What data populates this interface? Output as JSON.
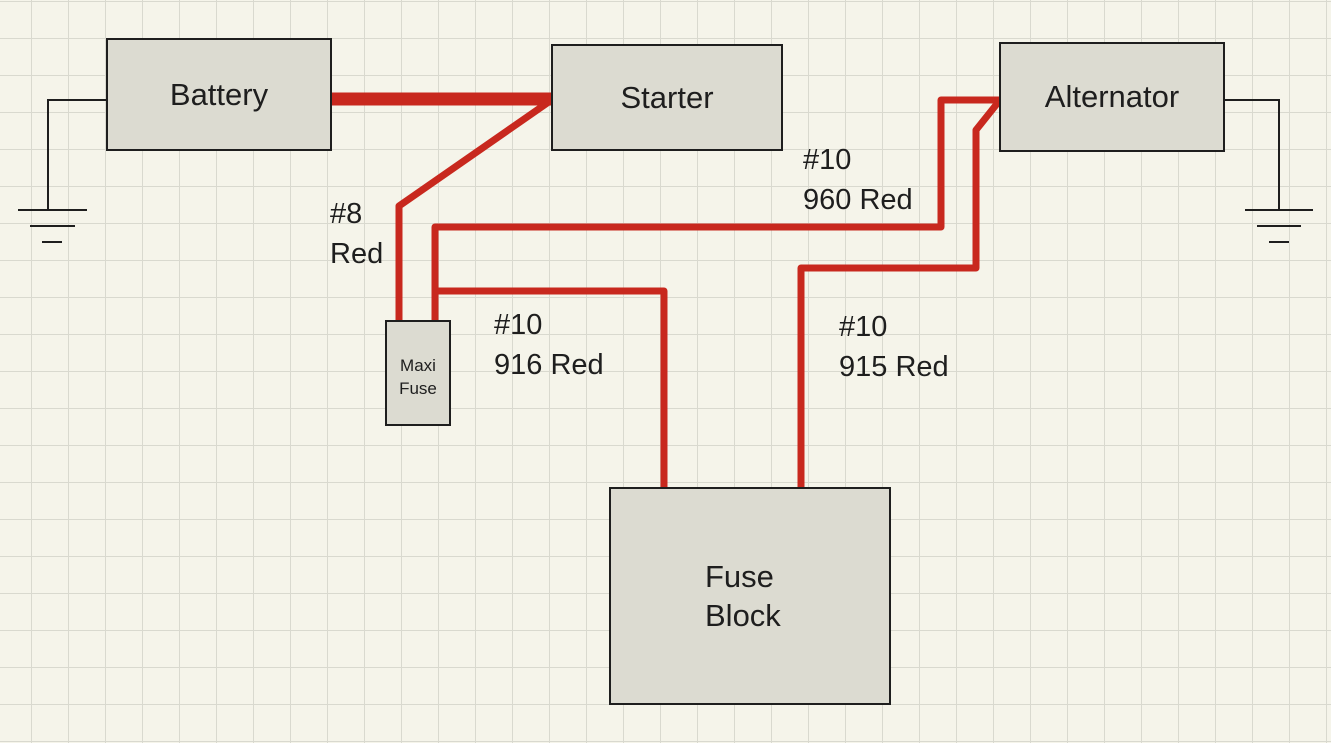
{
  "components": {
    "battery": "Battery",
    "starter": "Starter",
    "alternator": "Alternator",
    "maxi_fuse": [
      "Maxi",
      "Fuse"
    ],
    "fuse_block": [
      "Fuse",
      "Block"
    ]
  },
  "wire_labels": {
    "w8": [
      "#8",
      "Red"
    ],
    "w960": [
      "#10",
      "960 Red"
    ],
    "w916": [
      "#10",
      "916 Red"
    ],
    "w915": [
      "#10",
      "915 Red"
    ]
  },
  "colors": {
    "wire_red": "#c8281e",
    "bus_blue": "#2f73e0",
    "ground": "#1e1e1e"
  }
}
